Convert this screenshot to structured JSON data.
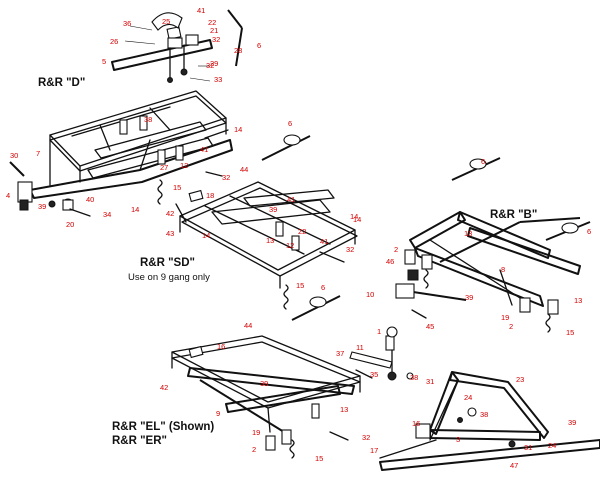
{
  "titles": {
    "d": "R&R \"D\"",
    "sd": "R&R \"SD\"",
    "sd_note": "Use on 9 gang only",
    "b": "R&R \"B\"",
    "el": "R&R \"EL\" (Shown)",
    "er": "R&R \"ER\""
  },
  "callouts": {
    "d": [
      "36",
      "25",
      "41",
      "22",
      "21",
      "28",
      "32",
      "29",
      "26",
      "5",
      "32",
      "33",
      "6",
      "38",
      "14",
      "7",
      "12",
      "27",
      "41",
      "30",
      "15",
      "4",
      "39",
      "40",
      "14",
      "32",
      "20",
      "34"
    ],
    "sd": [
      "14",
      "44",
      "18",
      "42",
      "39",
      "41",
      "13",
      "43",
      "22",
      "41",
      "32",
      "12",
      "14",
      "15",
      "14",
      "6"
    ],
    "b": [
      "6",
      "13",
      "2",
      "6",
      "46",
      "8",
      "10",
      "39",
      "19",
      "13",
      "45",
      "2",
      "15"
    ],
    "el": [
      "6",
      "44",
      "16",
      "42",
      "39",
      "9",
      "13",
      "19",
      "32",
      "2",
      "15"
    ],
    "hitch": [
      "1",
      "11",
      "37",
      "35",
      "38",
      "31",
      "23",
      "24",
      "16",
      "38",
      "3",
      "31",
      "24",
      "17",
      "39",
      "47"
    ]
  }
}
